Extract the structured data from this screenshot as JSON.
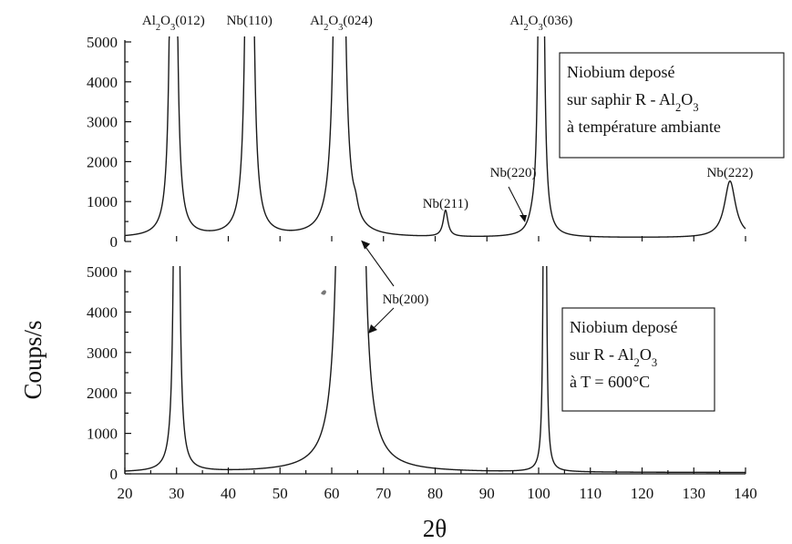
{
  "chart_data": {
    "type": "line",
    "xlabel": "2θ",
    "ylabel": "Coups/s",
    "xlim": [
      20,
      140
    ],
    "x_ticks": [
      "20",
      "30",
      "40",
      "50",
      "60",
      "70",
      "80",
      "90",
      "100",
      "110",
      "120",
      "130",
      "140"
    ],
    "grid": false,
    "panels": [
      {
        "ylim": [
          0,
          5000
        ],
        "y_ticks": [
          "0",
          "1000",
          "2000",
          "3000",
          "4000",
          "5000"
        ],
        "annotation_lines": [
          "Niobium deposé",
          "sur saphir R - Al₂O₃",
          "à température ambiante"
        ],
        "annotation_placement": "top-right",
        "baseline": 90,
        "peaks": [
          {
            "x": 29.4,
            "height": 50000,
            "width": 0.28
          },
          {
            "x": 44.1,
            "height": 50000,
            "width": 0.32
          },
          {
            "x": 61.5,
            "height": 50000,
            "width": 0.42
          },
          {
            "x": 64.6,
            "height": 260,
            "width": 0.6
          },
          {
            "x": 82.0,
            "height": 660,
            "width": 0.55
          },
          {
            "x": 98.8,
            "height": 180,
            "width": 0.9
          },
          {
            "x": 100.5,
            "height": 50000,
            "width": 0.22
          },
          {
            "x": 137.0,
            "height": 1420,
            "width": 1.3
          }
        ],
        "x_range": [
          20,
          140
        ],
        "peak_labels": [
          {
            "text": "Al₂O₃(012)",
            "x": 29.4
          },
          {
            "text": "Nb(110)",
            "x": 44.1
          },
          {
            "text": "Al₂O₃(024)",
            "x": 61.5
          },
          {
            "text": "Nb(211)",
            "x": 82.0
          },
          {
            "text": "Nb(220)",
            "x": 98.6
          },
          {
            "text": "Al₂O₃(036)",
            "x": 100.5
          },
          {
            "text": "Nb(222)",
            "x": 137.0
          }
        ]
      },
      {
        "ylim": [
          0,
          5000
        ],
        "y_ticks": [
          "0",
          "1000",
          "2000",
          "3000",
          "4000",
          "5000"
        ],
        "annotation_lines": [
          "Niobium deposé",
          "sur R - Al₂O₃",
          "à T = 600°C"
        ],
        "annotation_placement": "middle-right",
        "baseline": 30,
        "peaks": [
          {
            "x": 30.0,
            "height": 50000,
            "width": 0.22
          },
          {
            "x": 62.5,
            "height": 50000,
            "width": 0.55
          },
          {
            "x": 65.0,
            "height": 50000,
            "width": 0.5
          },
          {
            "x": 101.2,
            "height": 50000,
            "width": 0.12
          }
        ],
        "x_range": [
          20,
          140
        ]
      }
    ],
    "shared_annotation": {
      "text": "Nb(200)",
      "x": 64.6
    }
  }
}
